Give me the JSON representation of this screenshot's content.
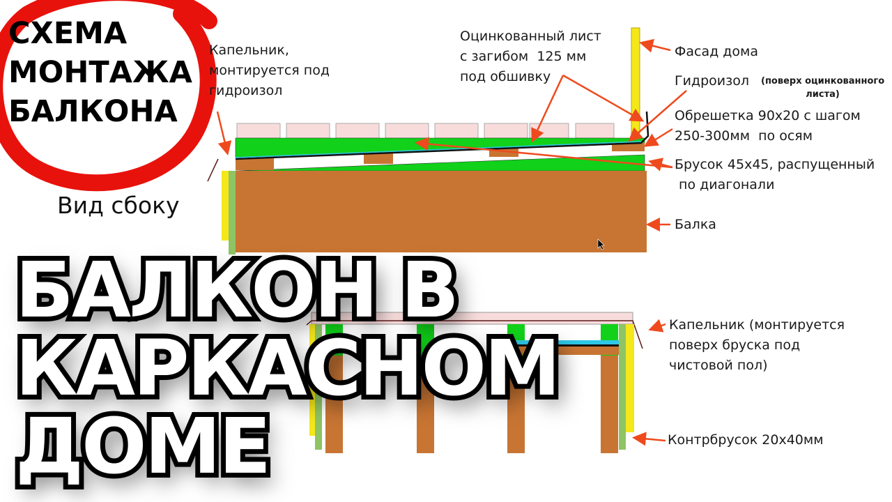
{
  "title": {
    "lines": [
      "СХЕМА",
      "МОНТАЖА",
      "БАЛКОНА"
    ]
  },
  "headline": {
    "lines": [
      "БАЛКОН В",
      "КАРКАСНОМ",
      "ДОМЕ"
    ]
  },
  "side_view_label": "Вид сбоку",
  "labels": {
    "drip_edge_top": "Капельник,\nмонтируется под\nгидроизол",
    "galvanized_sheet": "Оцинкованный лист\nс загибом  125 мм\nпод обшивку",
    "facade": "Фасад дома",
    "waterproofing": "Гидроизол",
    "waterproofing_note": "(поверх оцинкованного\nлиста)",
    "lathing": "Обрешетка 90х20 с шагом\n250-300мм  по осям",
    "bar": "Брусок 45х45, распущенный\n по диагонали",
    "beam": "Балка",
    "drip_edge_bottom": "Капельник (монтируется\nповерх бруска под\nчистовой пол)",
    "counter_batten": "Контрбрусок 20х40мм"
  },
  "colors": {
    "circle": "#e8120c",
    "arrow": "#ee4a1e",
    "tile": "#f8dcdc",
    "green": "#11d11a",
    "wood": "#c87533",
    "facade": "#f4e71a",
    "counter_batten": "#8fc464",
    "membrane": "#2ec7e6"
  }
}
